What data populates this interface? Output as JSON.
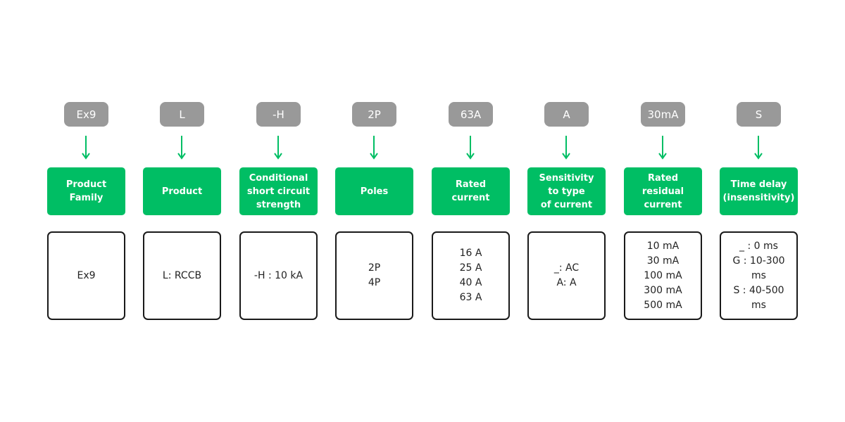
{
  "columns": [
    {
      "code": "Ex9",
      "label": "Product\nFamily",
      "values": "Ex9"
    },
    {
      "code": "L",
      "label": "Product",
      "values": "L: RCCB"
    },
    {
      "code": "-H",
      "label": "Conditional\nshort circuit\nstrength",
      "values": "-H : 10 kA"
    },
    {
      "code": "2P",
      "label": "Poles",
      "values": "2P\n4P"
    },
    {
      "code": "63A",
      "label": "Rated\ncurrent",
      "values": "16 A\n25 A\n40 A\n63 A"
    },
    {
      "code": "A",
      "label": "Sensitivity\nto type\nof current",
      "values": "_: AC\nA: A"
    },
    {
      "code": "30mA",
      "label": "Rated\nresidual\ncurrent",
      "values": "10 mA\n30 mA\n100 mA\n300 mA\n500 mA"
    },
    {
      "code": "S",
      "label": "Time delay\n(insensitivity)",
      "values": "_ : 0 ms\nG : 10-300\nms\nS : 40-500\nms"
    }
  ],
  "colors": {
    "code_pill": "#999999",
    "label_box": "#00be64",
    "arrow": "#00be64",
    "value_border": "#1a1a1a"
  },
  "icons": {
    "arrow": "arrow-down-icon"
  }
}
